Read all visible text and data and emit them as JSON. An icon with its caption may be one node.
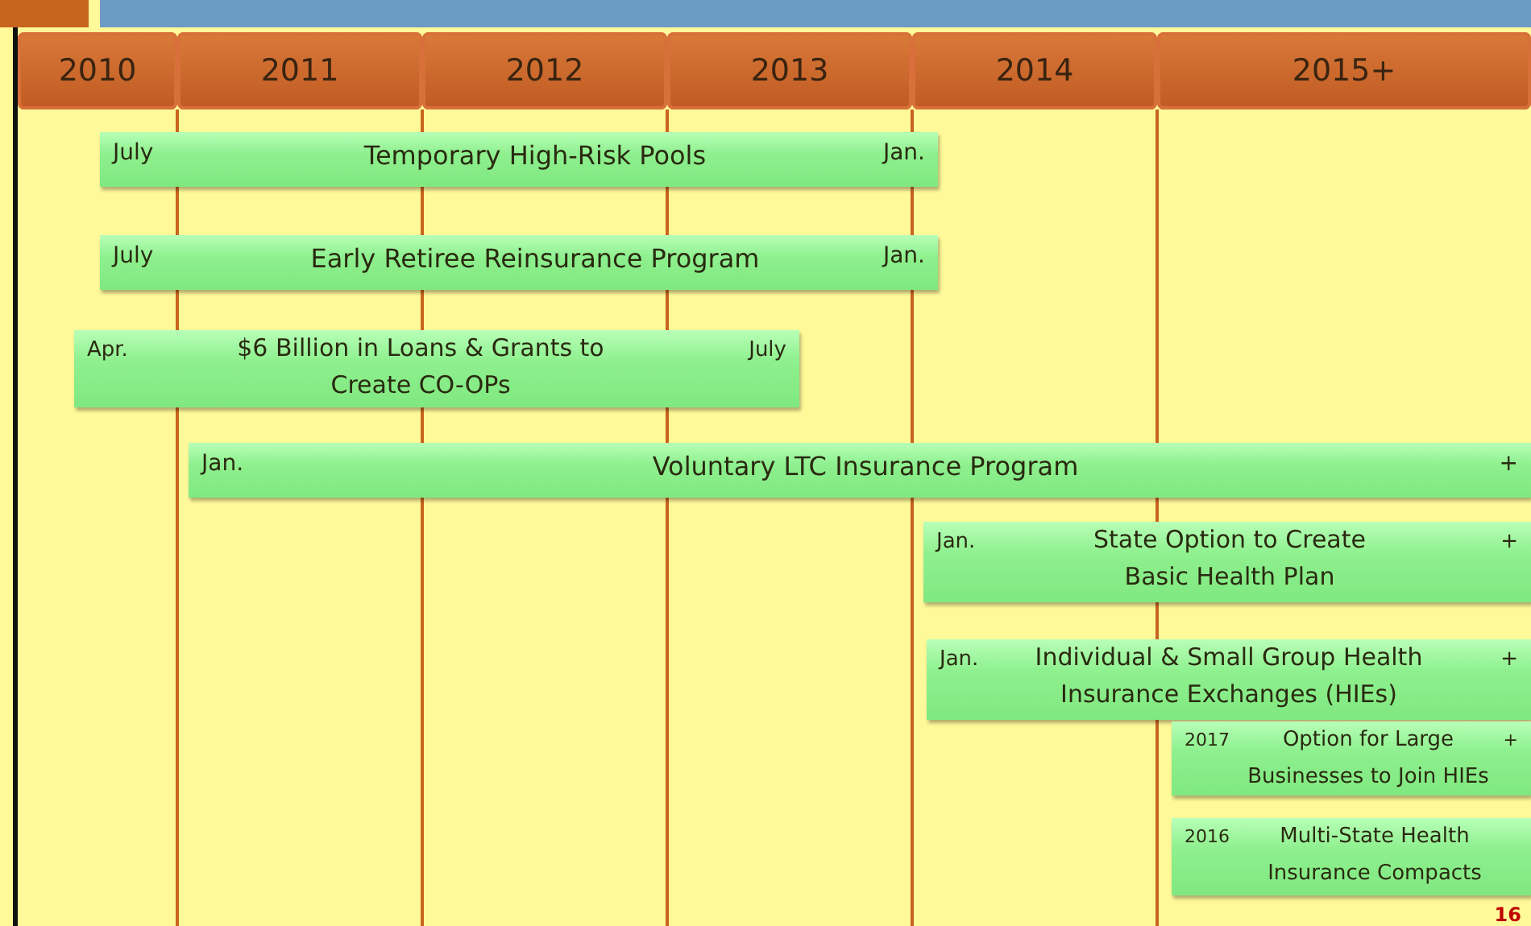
{
  "diagram": {
    "nodes": [
      {
        "text": [
          "2010"
        ]
      },
      {
        "text": [
          "2011"
        ]
      },
      {
        "text": [
          "2012"
        ]
      },
      {
        "text": [
          "2013"
        ]
      },
      {
        "text": [
          "2014"
        ]
      },
      {
        "text": [
          "2015+"
        ]
      },
      {
        "text": [
          "July",
          "Temporary High-Risk Pools",
          "Jan."
        ]
      },
      {
        "text": [
          "July",
          "Early Retiree Reinsurance Program",
          "Jan."
        ]
      },
      {
        "text": [
          "Apr.",
          "$6 Billion in Loans & Grants to Create CO-OPs",
          "July"
        ]
      },
      {
        "text": [
          "Jan.",
          "Voluntary LTC Insurance Program",
          "+"
        ]
      },
      {
        "text": [
          "Jan.",
          "State Option to Create Basic Health Plan",
          "+"
        ]
      },
      {
        "text": [
          "Jan.",
          "Individual & Small Group Health Insurance Exchanges (HIEs)",
          "+"
        ]
      },
      {
        "text": [
          "2017",
          "Option for Large Businesses to Join HIEs",
          "+"
        ]
      },
      {
        "text": [
          "2016",
          "Multi-State Health Insurance Compacts"
        ]
      }
    ],
    "labels": [
      "16"
    ]
  }
}
